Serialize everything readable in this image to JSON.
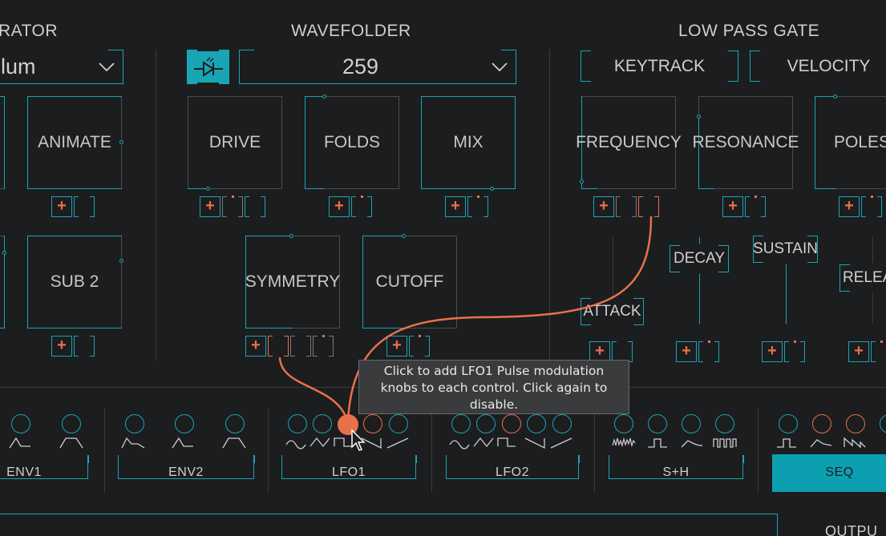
{
  "sections": {
    "oscillator_title": "RATOR",
    "wavefolder_title": "WAVEFOLDER",
    "lpg_title": "LOW PASS GATE",
    "output_title": "OUTPU"
  },
  "oscillator": {
    "preset_value": "lum",
    "knobs": {
      "animate": "ANIMATE",
      "sub2": "SUB 2"
    }
  },
  "wavefolder": {
    "preset_value": "259",
    "knobs": {
      "drive": "DRIVE",
      "folds": "FOLDS",
      "mix": "MIX",
      "symmetry": "SYMMETRY",
      "cutoff": "CUTOFF"
    }
  },
  "lpg": {
    "keytrack": "KEYTRACK",
    "velocity": "VELOCITY",
    "knobs": {
      "frequency": "FREQUENCY",
      "resonance": "RESONANCE",
      "poles": "POLES"
    },
    "env": {
      "attack": "ATTACK",
      "decay": "DECAY",
      "sustain": "SUSTAIN",
      "release": "RELEA"
    }
  },
  "mod_plus": "+",
  "modulators": [
    {
      "label": "ENV1"
    },
    {
      "label": "ENV2"
    },
    {
      "label": "LFO1"
    },
    {
      "label": "LFO2"
    },
    {
      "label": "S+H"
    },
    {
      "label": "SEQ"
    }
  ],
  "tooltip": "Click to add LFO1 Pulse modulation knobs to each control. Click again to disable.",
  "colors": {
    "accent": "#1aa5b5",
    "mod": "#e8714a",
    "bg": "#1c1d1f",
    "seq_active": "#0b9fb0"
  }
}
